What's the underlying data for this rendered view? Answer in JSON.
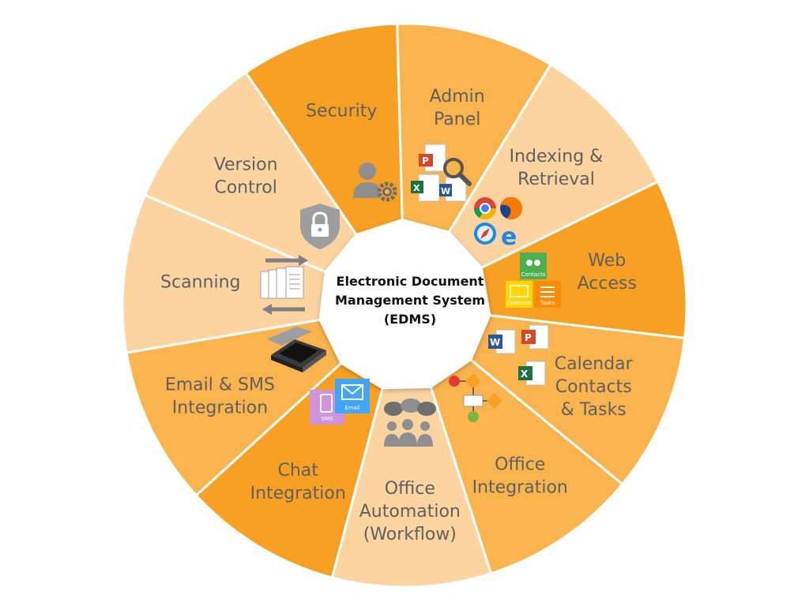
{
  "colors": {
    "dark": "#F7A023",
    "mid": "#F9B44E",
    "light": "#FBD4A0",
    "label": "#5F5F5F"
  },
  "center": {
    "lines": [
      "Electronic Document",
      "Management System",
      "(EDMS)"
    ]
  },
  "segments": [
    {
      "lines": [
        "Admin",
        "Panel"
      ],
      "shade": "mid",
      "icon": "admin-gear-icon"
    },
    {
      "lines": [
        "Indexing &",
        "Retrieval"
      ],
      "shade": "light",
      "icon": "document-search-icon"
    },
    {
      "lines": [
        "Web",
        "Access"
      ],
      "shade": "dark",
      "icon": "browsers-icon"
    },
    {
      "lines": [
        "Calendar",
        "Contacts",
        "& Tasks"
      ],
      "shade": "mid",
      "icon": "calendar-contacts-tasks-icon"
    },
    {
      "lines": [
        "Office",
        "Integration"
      ],
      "shade": "mid",
      "icon": "office-apps-icon"
    },
    {
      "lines": [
        "Office",
        "Automation",
        "(Workflow)"
      ],
      "shade": "light",
      "icon": "workflow-icon"
    },
    {
      "lines": [
        "Chat",
        "Integration"
      ],
      "shade": "dark",
      "icon": "chat-people-icon"
    },
    {
      "lines": [
        "Email & SMS",
        "Integration"
      ],
      "shade": "mid",
      "icon": "email-sms-icon"
    },
    {
      "lines": [
        "Scanning"
      ],
      "shade": "light",
      "icon": "scanner-icon"
    },
    {
      "lines": [
        "Version",
        "Control"
      ],
      "shade": "light",
      "icon": "version-files-icon"
    },
    {
      "lines": [
        "Security"
      ],
      "shade": "dark",
      "icon": "shield-lock-icon"
    }
  ],
  "icon_labels": {
    "contacts": "Contacts",
    "calendar": "Calendar",
    "tasks": "Tasks",
    "email": "Email",
    "sms": "SMS"
  }
}
